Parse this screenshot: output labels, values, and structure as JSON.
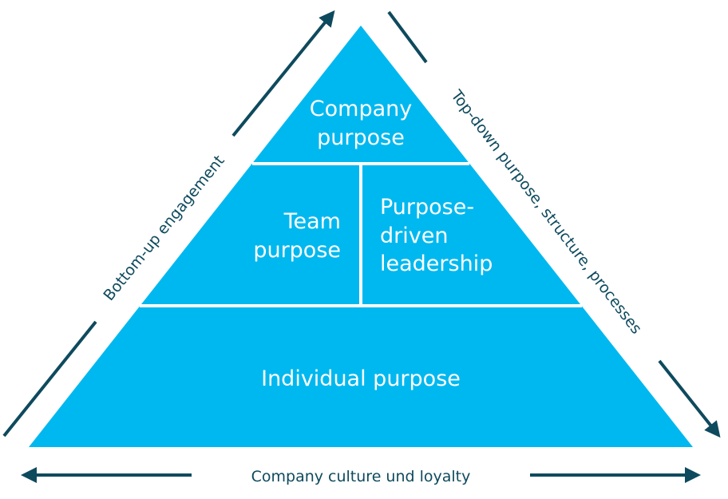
{
  "colors": {
    "pyramid_fill": "#00b8f0",
    "divider": "#ffffff",
    "arrow": "#0e4a5e",
    "text_on_pyramid": "#ffffff",
    "text_dark": "#0e4a5e"
  },
  "tiers": {
    "top": {
      "line1": "Company",
      "line2": "purpose"
    },
    "middle_left": {
      "line1": "Team",
      "line2": "purpose"
    },
    "middle_right": {
      "line1": "Purpose-",
      "line2": "driven",
      "line3": "leadership"
    },
    "bottom": {
      "label": "Individual purpose"
    }
  },
  "arrows": {
    "left_label": "Bottom-up engagement",
    "right_label": "Top-down purpose, structure, processes",
    "bottom_label": "Company culture und loyalty"
  }
}
